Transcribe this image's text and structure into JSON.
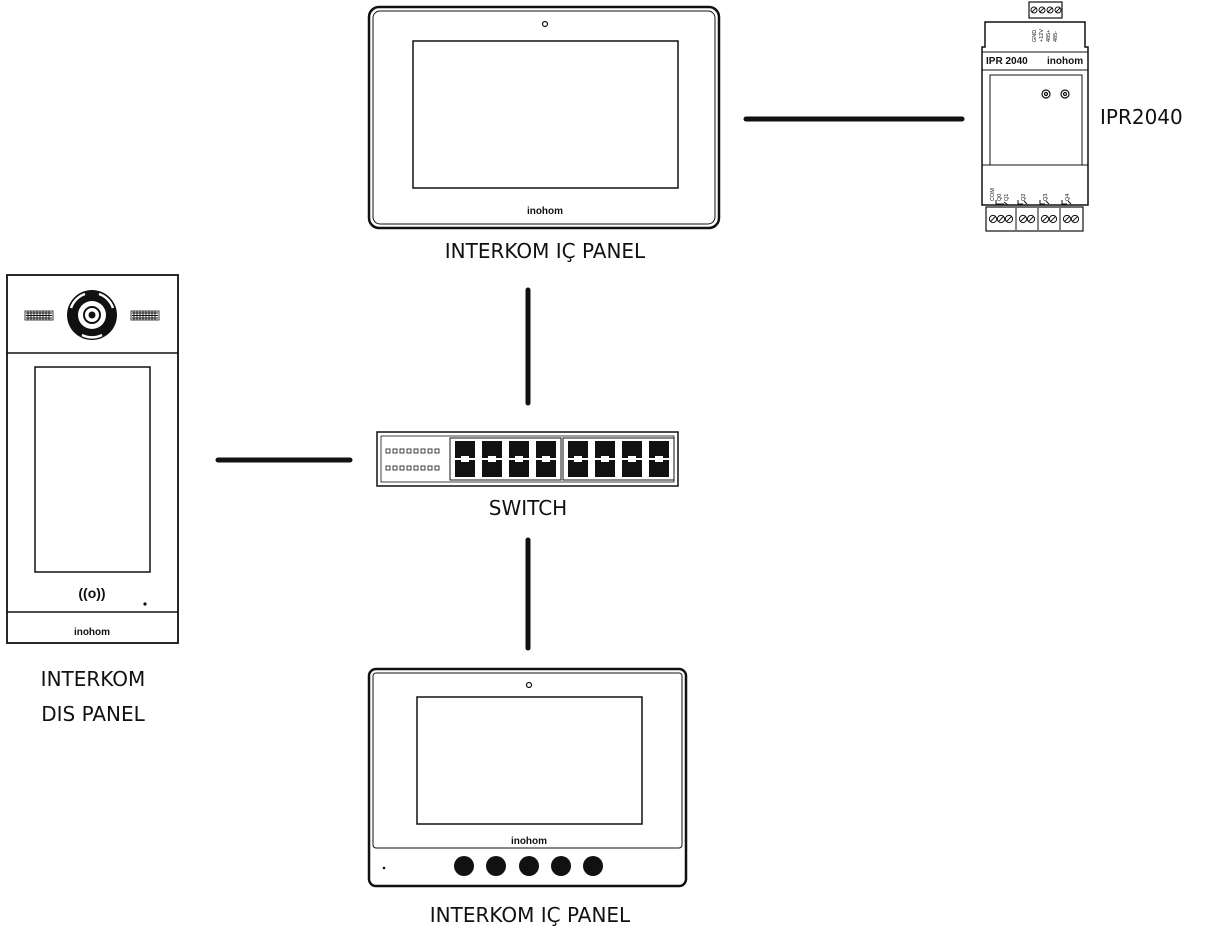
{
  "devices": {
    "indoor_panel_top": {
      "label": "INTERKOM IÇ PANEL",
      "brand": "inohom"
    },
    "indoor_panel_bottom": {
      "label": "INTERKOM IÇ PANEL",
      "brand": "inohom"
    },
    "outdoor_panel": {
      "label_line1": "INTERKOM",
      "label_line2": "DIS PANEL",
      "brand": "inohom",
      "nfc_symbol": "((o))"
    },
    "switch": {
      "label": "SWITCH"
    },
    "ipr": {
      "label": "IPR2040",
      "model_text": "IPR 2040",
      "brand": "inohom",
      "top_terminals": [
        "GND",
        "+12V",
        "485+",
        "485-"
      ],
      "bottom_terminals": [
        "COM",
        "Q0",
        "Q1",
        "Q2",
        "Q3",
        "Q4"
      ]
    }
  },
  "colors": {
    "stroke": "#111111",
    "line": "#111111",
    "background": "#ffffff"
  }
}
